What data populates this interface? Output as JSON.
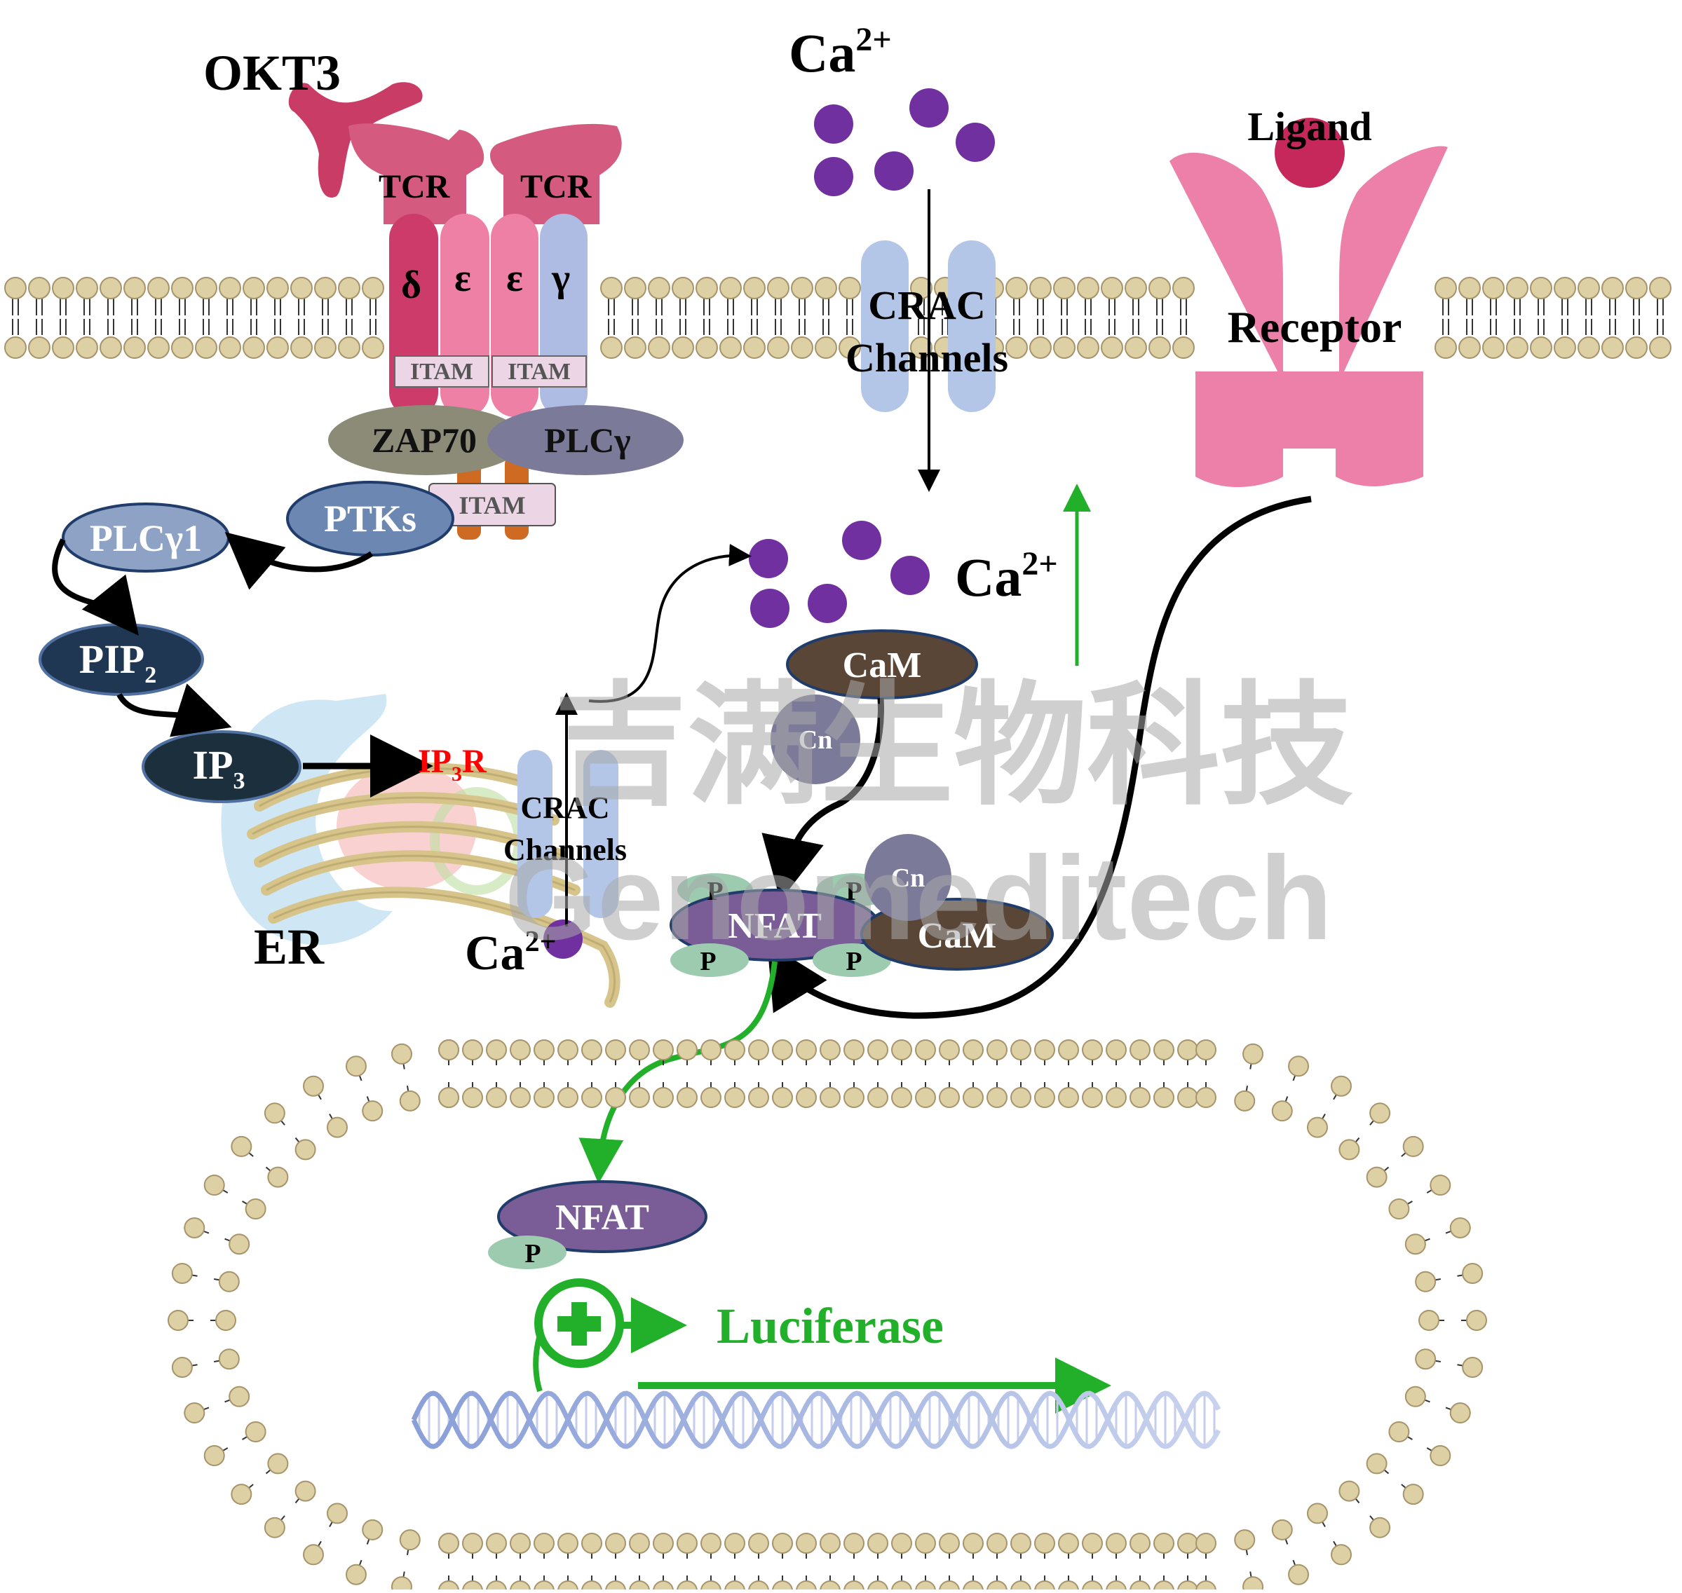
{
  "membrane": {
    "antibody": "OKT3",
    "tcr_left": "TCR",
    "tcr_right": "TCR",
    "chain_delta": "δ",
    "chain_eps1": "ε",
    "chain_eps2": "ε",
    "chain_gamma": "γ",
    "itam_left": "ITAM",
    "itam_right": "ITAM",
    "itam_lower": "ITAM",
    "zap70": "ZAP70",
    "plcg": "PLCγ",
    "ptks": "PTKs",
    "crac": [
      "CRAC",
      "Channels"
    ],
    "ligand": "Ligand",
    "receptor": "Receptor"
  },
  "ions": {
    "ca_base": "Ca",
    "ca_charge": "2+"
  },
  "cascade": {
    "plcg1": "PLCγ1",
    "pip2_base": "PIP",
    "pip2_sub": "2",
    "ip3_base": "IP",
    "ip3_sub": "3",
    "ip3r_a": "IP",
    "ip3r_sub": "3",
    "ip3r_b": "R",
    "er": "ER",
    "er_crac": [
      "CRAC",
      "Channels"
    ]
  },
  "cytoplasm": {
    "cam": "CaM",
    "cn": "Cn",
    "nfat": "NFAT",
    "p": "P"
  },
  "nucleus": {
    "nfat": "NFAT",
    "p": "P",
    "reporter": "Luciferase"
  },
  "watermark": {
    "cn": "吉满生物科技",
    "en": "Genomeditech"
  },
  "colors": {
    "lipid_head": "#ddd0a5",
    "lipid_stroke": "#a8946a",
    "calcium": "#7030a0",
    "tcr": "#d45b7f",
    "receptor": "#ec80a8",
    "crac": "#b4c6e7",
    "nfat": "#7a5c96",
    "phospho": "#9ccbb0",
    "cam": "#5a4636",
    "cn": "#7c7a99",
    "green": "#22b02b",
    "ip3r_text": "#ff0000"
  }
}
